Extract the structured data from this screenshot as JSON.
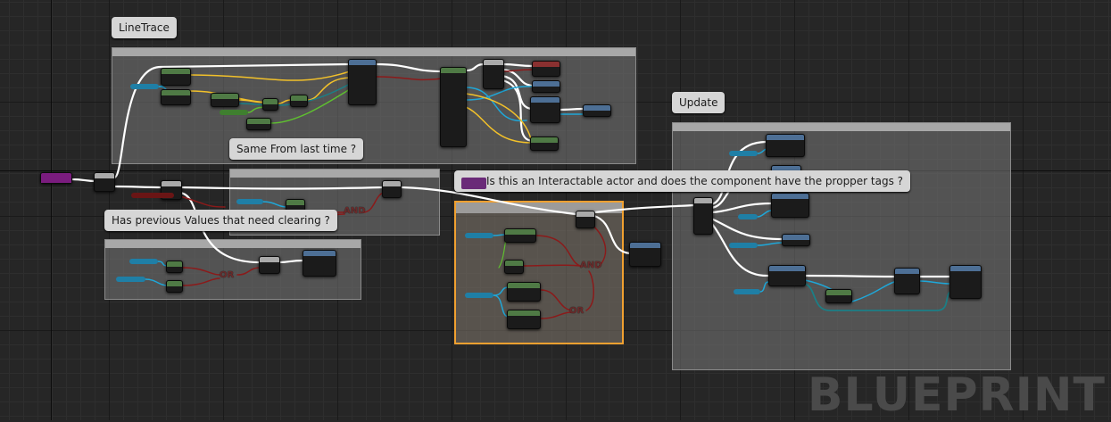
{
  "comments": {
    "linetrace": "LineTrace",
    "same_from_last_time": "Same From last time ?",
    "has_previous_values": "Has previous Values that need clearing ?",
    "interactable_question": "Is this an Interactable actor and does the component have the propper tags ?",
    "update": "Update"
  },
  "logic_labels": {
    "and_1": "AND",
    "or_1": "OR",
    "and_2": "AND",
    "or_2": "OR"
  },
  "watermark": "BLUEPRINT",
  "colors": {
    "exec_wire": "#ffffff",
    "object_wire": "#1fa7d8",
    "bool_wire": "#8b1a1a",
    "vector_wire": "#f2c12a",
    "struct_wire": "#1b7f86",
    "green_wire": "#5fbf30",
    "selected_outline": "#f0a030"
  }
}
